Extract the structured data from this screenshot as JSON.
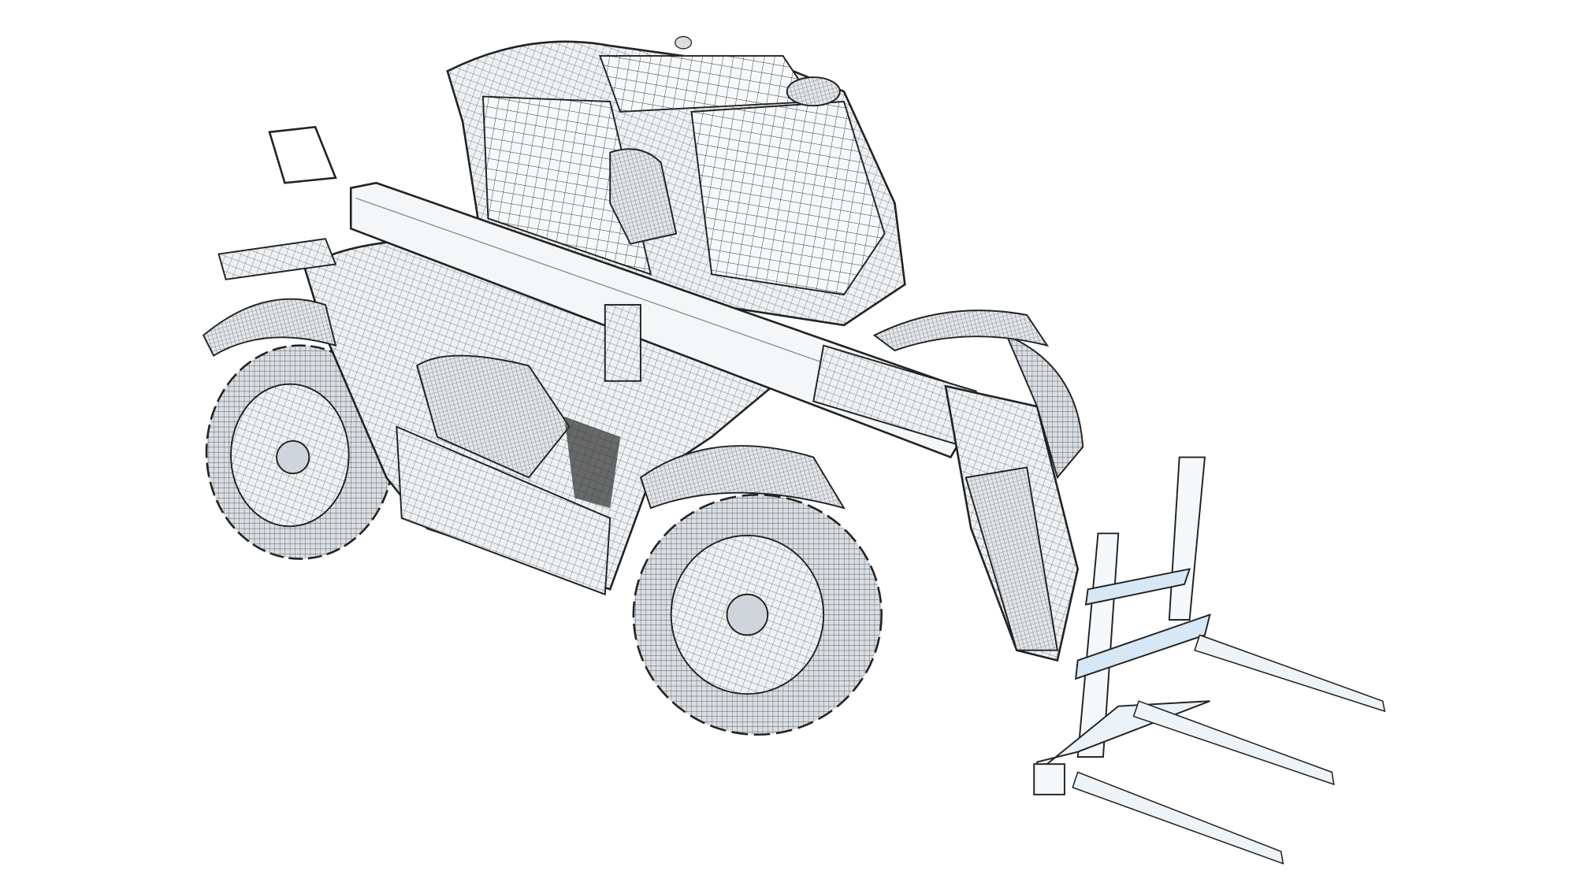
{
  "image": {
    "subject": "telehandler-wireframe-render",
    "background_color": "#ffffff",
    "line_color": "#2a2a2a",
    "surface_color": "#e9eef2",
    "glass_tint": "#d6e8f5"
  },
  "parts": [
    "cab",
    "boom",
    "body",
    "rear-wheel",
    "front-wheel",
    "fork-carriage",
    "forks"
  ]
}
